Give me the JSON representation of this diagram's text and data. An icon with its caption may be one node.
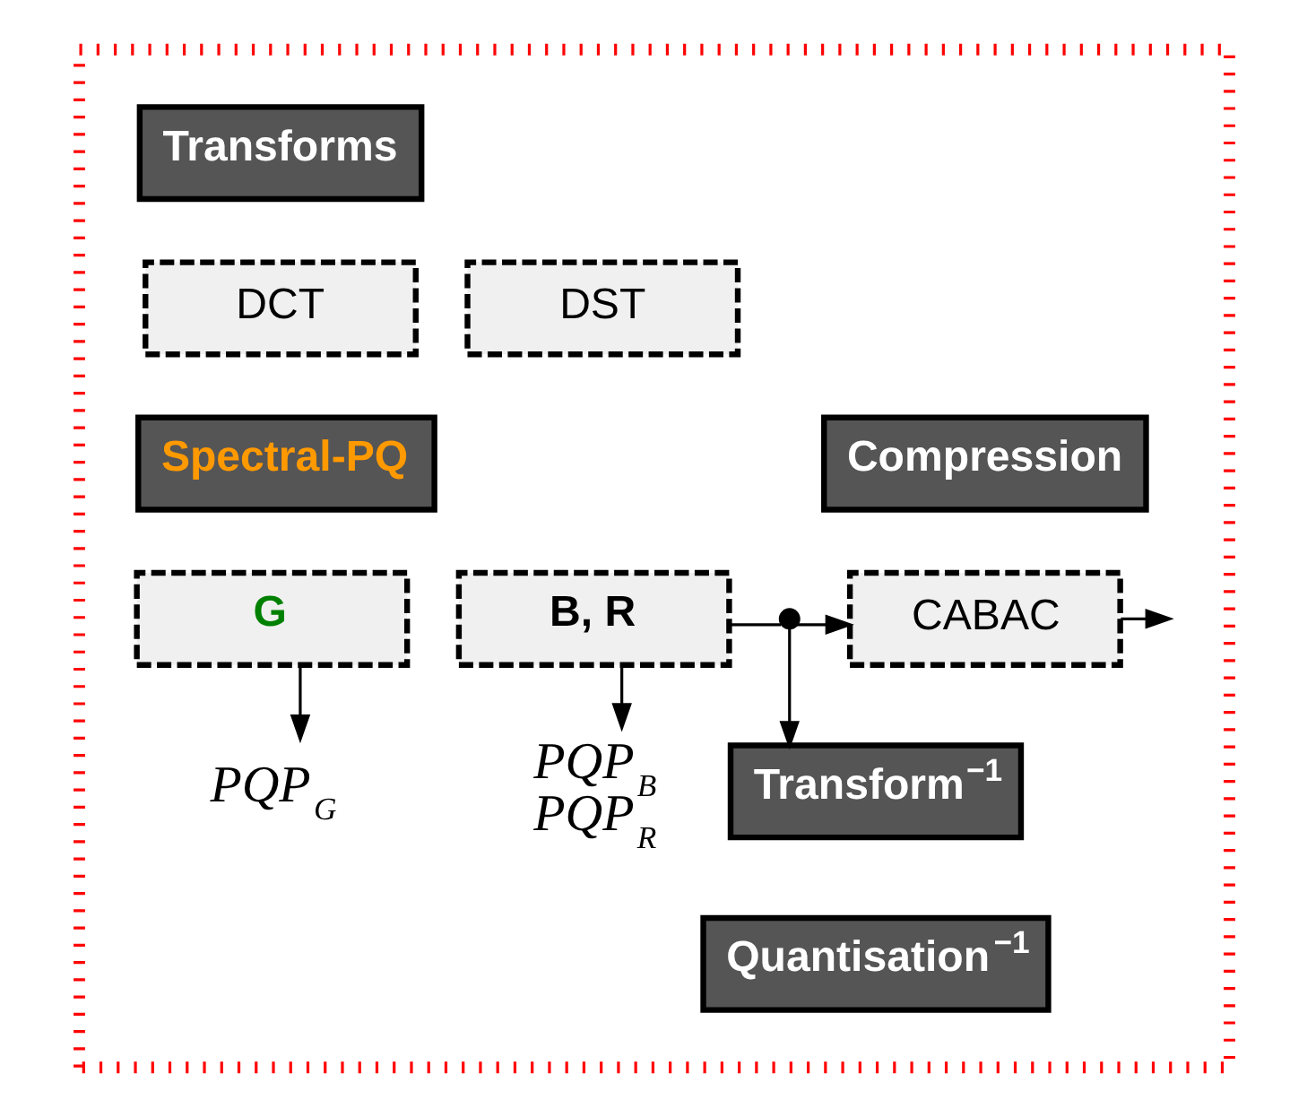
{
  "diagram": {
    "nodes": [
      {
        "text": [],
        "shape": "box"
      },
      {
        "text": [
          "Transforms"
        ],
        "in": 0
      },
      {
        "text": [
          "DCT"
        ],
        "in": 0
      },
      {
        "text": [
          "DST"
        ],
        "in": 0
      },
      {
        "text": [
          "Spectral-PQ"
        ],
        "in": 0
      },
      {
        "text": [
          "G"
        ],
        "in": 0
      },
      {
        "text": [
          "B, R"
        ],
        "in": 0
      },
      {
        "text": [
          "Compression"
        ],
        "in": 0
      },
      {
        "text": [
          "CABAC"
        ],
        "in": 0
      },
      {
        "text": [],
        "shape": "circle",
        "in": 0
      },
      {
        "text": [
          "PQP$_{G}$"
        ],
        "in": 0
      },
      {
        "text": [
          "PQP$_{B}$",
          "PQP$_{R}$"
        ],
        "in": 0
      },
      {
        "text": [
          "Transform$^{−1}$"
        ],
        "in": 0
      },
      {
        "text": [
          "Quantisation$^{−1}$"
        ],
        "in": 0
      }
    ],
    "edges": [
      {
        "from": 6,
        "to": 9,
        "arrow": "none"
      },
      {
        "from": 9,
        "to": 8,
        "arrow": "to"
      },
      {
        "from": 9,
        "to": 12,
        "arrow": "to"
      },
      {
        "from": 8,
        "to": null,
        "arrow": "to"
      },
      {
        "from": 5,
        "to": 10,
        "arrow": "to"
      },
      {
        "from": 6,
        "to": 11,
        "arrow": "to"
      }
    ]
  }
}
